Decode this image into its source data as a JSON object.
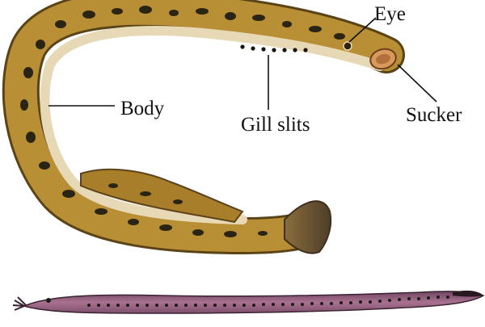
{
  "labels": {
    "eye": "Eye",
    "body": "Body",
    "gill_slits": "Gill slits",
    "sucker": "Sucker"
  },
  "illustrations": [
    {
      "name": "adult-lamprey",
      "colors": {
        "body": "#b08a2c",
        "belly": "#e9dcc0",
        "spots": "#2a2414",
        "tail": "#6e5a3a"
      }
    },
    {
      "name": "larval-lamprey",
      "colors": {
        "body": "#9a6a86",
        "belly": "#c99cb3",
        "pores": "#1e1a1a"
      }
    }
  ]
}
